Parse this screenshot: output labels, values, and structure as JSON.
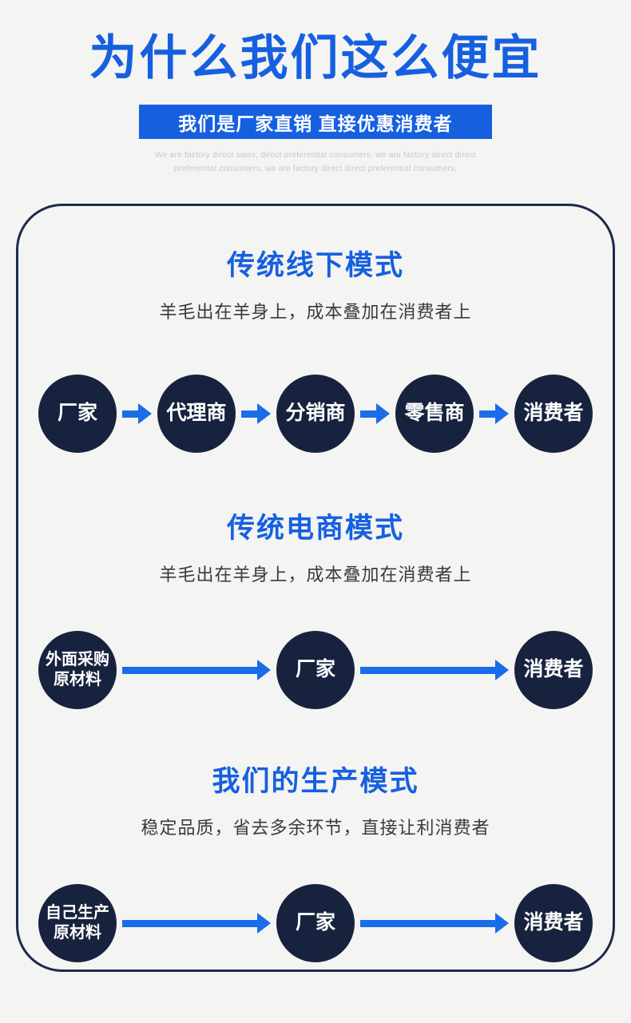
{
  "header": {
    "title": "为什么我们这么便宜",
    "banner": "我们是厂家直销 直接优惠消费者",
    "subtitle_en_line1": "We are factory direct sales, direct preferential consumers, we are factory direct direct",
    "subtitle_en_line2": "preferential consumers, we are factory direct direct preferential consumers,"
  },
  "sections": [
    {
      "heading": "传统线下模式",
      "subtitle": "羊毛出在羊身上，成本叠加在消费者上",
      "nodes": [
        "厂家",
        "代理商",
        "分销商",
        "零售商",
        "消费者"
      ]
    },
    {
      "heading": "传统电商模式",
      "subtitle": "羊毛出在羊身上，成本叠加在消费者上",
      "nodes": [
        "外面采购\n原材料",
        "厂家",
        "消费者"
      ]
    },
    {
      "heading": "我们的生产模式",
      "subtitle": "稳定品质，省去多余环节，直接让利消费者",
      "nodes": [
        "自己生产\n原材料",
        "厂家",
        "消费者"
      ]
    }
  ],
  "colors": {
    "accent_blue": "#1660e0",
    "arrow_blue": "#1b6ce8",
    "circle_navy": "#17233e",
    "background": "#f4f4f2",
    "border_navy": "#1d2a4a"
  }
}
